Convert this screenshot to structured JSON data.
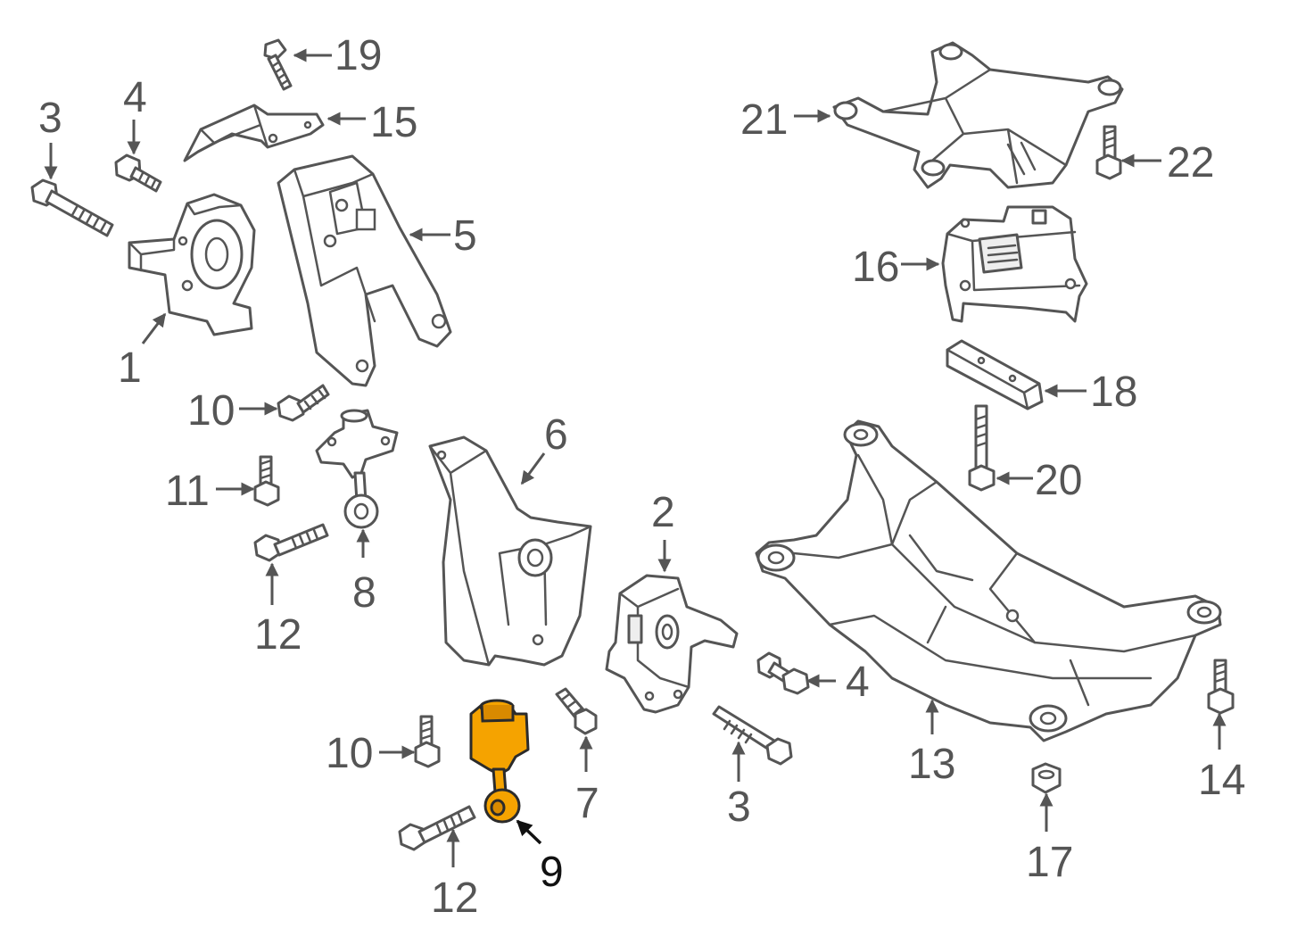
{
  "diagram": {
    "highlight_color": "#f5a300",
    "line_color": "#555555",
    "callouts": [
      {
        "id": "c1",
        "text": "1"
      },
      {
        "id": "c2",
        "text": "2"
      },
      {
        "id": "c3a",
        "text": "3"
      },
      {
        "id": "c3b",
        "text": "3"
      },
      {
        "id": "c4a",
        "text": "4"
      },
      {
        "id": "c4b",
        "text": "4"
      },
      {
        "id": "c5",
        "text": "5"
      },
      {
        "id": "c6",
        "text": "6"
      },
      {
        "id": "c7",
        "text": "7"
      },
      {
        "id": "c8",
        "text": "8"
      },
      {
        "id": "c9",
        "text": "9",
        "highlighted": true
      },
      {
        "id": "c10a",
        "text": "10"
      },
      {
        "id": "c10b",
        "text": "10"
      },
      {
        "id": "c11",
        "text": "11"
      },
      {
        "id": "c12a",
        "text": "12"
      },
      {
        "id": "c12b",
        "text": "12"
      },
      {
        "id": "c13",
        "text": "13"
      },
      {
        "id": "c14",
        "text": "14"
      },
      {
        "id": "c15",
        "text": "15"
      },
      {
        "id": "c16",
        "text": "16"
      },
      {
        "id": "c17",
        "text": "17"
      },
      {
        "id": "c18",
        "text": "18"
      },
      {
        "id": "c19",
        "text": "19"
      },
      {
        "id": "c20",
        "text": "20"
      },
      {
        "id": "c21",
        "text": "21"
      },
      {
        "id": "c22",
        "text": "22"
      }
    ]
  }
}
